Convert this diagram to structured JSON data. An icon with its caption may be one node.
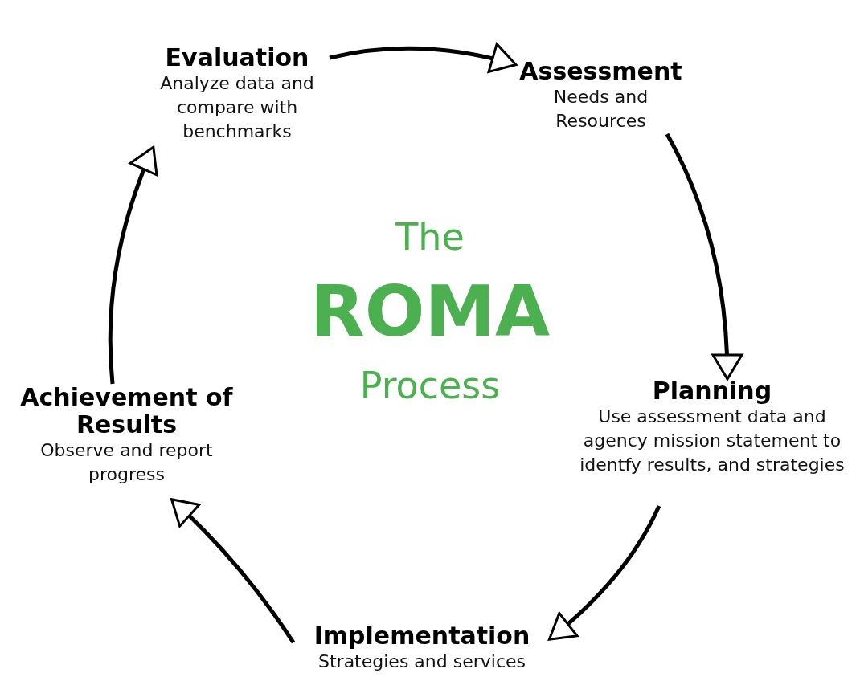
{
  "diagram": {
    "title": "The ROMA Process",
    "nodes": [
      {
        "text": [
          "Evaluation",
          "Analyze data and compare with benchmarks"
        ]
      },
      {
        "text": [
          "Assessment",
          "Needs and Resources"
        ]
      },
      {
        "text": [
          "Planning",
          "Use assessment data and agency mission statement to identfy results, and strategies"
        ]
      },
      {
        "text": [
          "Implementation",
          "Strategies and services"
        ]
      },
      {
        "text": [
          "Achievement of Results",
          "Observe and report progress"
        ]
      }
    ],
    "edges": [
      {
        "from": 0,
        "to": 1,
        "arrow": "to"
      },
      {
        "from": 1,
        "to": 2,
        "arrow": "to"
      },
      {
        "from": 2,
        "to": 3,
        "arrow": "to"
      },
      {
        "from": 3,
        "to": 4,
        "arrow": "to"
      },
      {
        "from": 4,
        "to": 0,
        "arrow": "to"
      }
    ]
  }
}
